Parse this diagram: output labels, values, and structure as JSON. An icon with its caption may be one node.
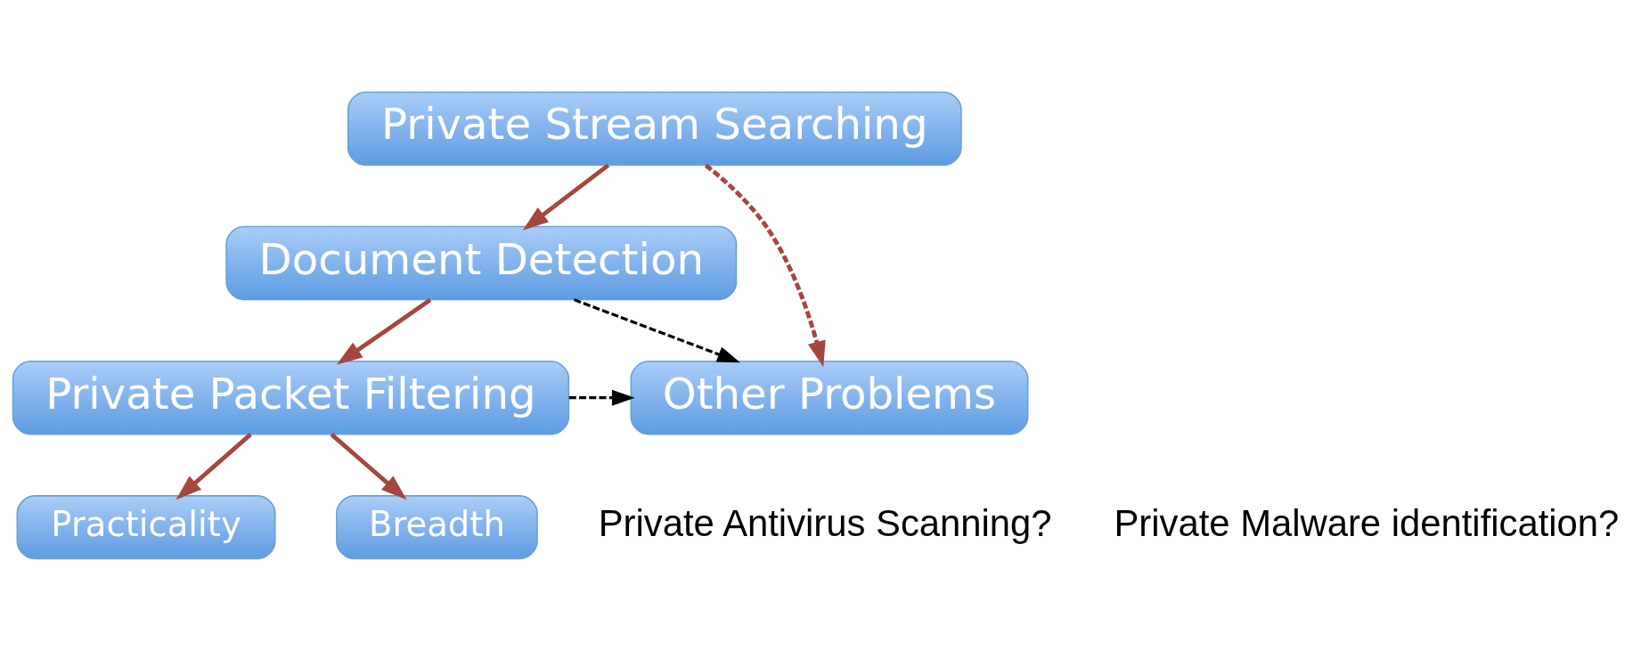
{
  "diagram": {
    "nodes": [
      {
        "text": [
          "Private Stream Searching"
        ]
      },
      {
        "text": [
          "Document Detection"
        ]
      },
      {
        "text": [
          "Private Packet Filtering"
        ]
      },
      {
        "text": [
          "Practicality"
        ]
      },
      {
        "text": [
          "Breadth"
        ]
      },
      {
        "text": [
          "Other Problems"
        ]
      }
    ],
    "edges": [
      {
        "from": 0,
        "to": 1,
        "arrow": "to"
      },
      {
        "from": 0,
        "to": 5,
        "arrow": "to",
        "style": "dashed"
      },
      {
        "from": 1,
        "to": 2,
        "arrow": "to"
      },
      {
        "from": 1,
        "to": 5,
        "arrow": "to",
        "style": "dashed",
        "color": "#000000"
      },
      {
        "from": 2,
        "to": 5,
        "arrow": "to",
        "style": "dashed",
        "color": "#000000"
      },
      {
        "from": 2,
        "to": 3,
        "arrow": "to"
      },
      {
        "from": 2,
        "to": 4,
        "arrow": "to"
      }
    ],
    "labels": [
      "Private Antivirus Scanning?",
      "Private Malware identification?"
    ]
  }
}
